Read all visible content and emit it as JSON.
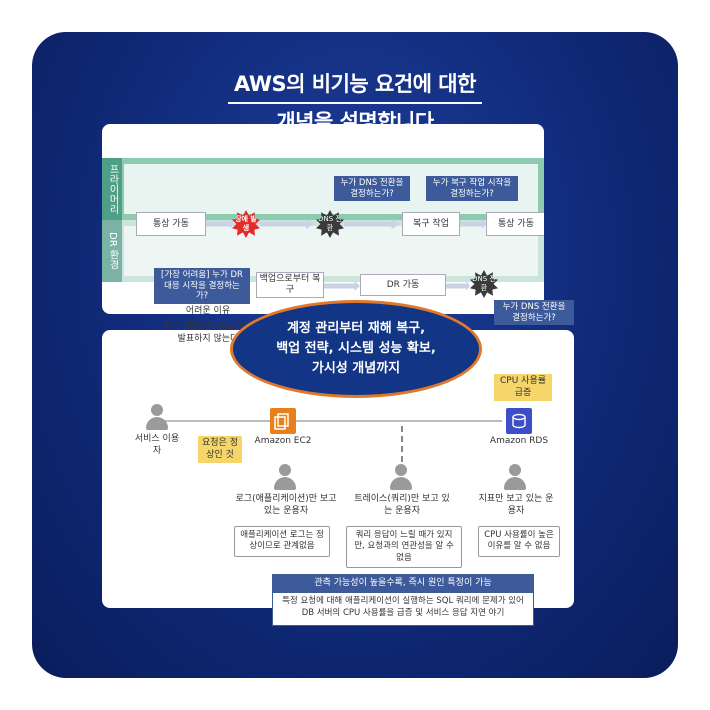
{
  "title": {
    "line1": "AWS의 비기능 요건에 대한",
    "line2": "개념을 설명합니다"
  },
  "flow": {
    "lane_primary": "프라이머리 환경",
    "lane_dr": "DR 환경",
    "normal1": "통상 가동",
    "failure": "장애 발생",
    "dns": "DNS 전환",
    "recovery_work": "복구 작업",
    "normal2": "통상 가동",
    "q_dns1": "누가 DNS 전환을 결정하는가?",
    "q_recovery": "누가 복구 작업 시작을 결정하는가?",
    "q_dr": "[가장 어려움] 누가 DR 대응 시작을 결정하는가?",
    "backup_restore": "백업으로부터 복구",
    "dr_run": "DR 가동",
    "dns2": "DNS 전환",
    "q_dns2": "누가 DNS 전환을 결정하는가?",
    "difficult_reason": "어려운 이유",
    "reason_text": "복구 '예정'은 AWS에서 발표하지 않는다"
  },
  "center_oval": {
    "line1": "계정 관리부터 재해 복구,",
    "line2": "백업 전략, 시스템 성능 확보,",
    "line3": "가시성 개념까지"
  },
  "observability": {
    "service_user": "서비스 이용자",
    "request_normal": "요청은 정상인 것",
    "ec2": "Amazon EC2",
    "rds": "Amazon RDS",
    "cpu_spike": "CPU 사용률 급증",
    "op_log": "로그(애플리케이션)만 보고 있는 운용자",
    "op_trace": "트레이스(쿼리)만 보고 있는 운용자",
    "op_metric": "지표만 보고 있는 운용자",
    "b_log": "애플리케이션 로그는 정상이므로 관계없음",
    "b_trace": "쿼리 응답이 느릴 때가 있지만, 요청과의 연관성을 알 수 없음",
    "b_metric": "CPU 사용률이 높은 이유를 알 수 없음",
    "summary_head": "관측 가능성이 높을수록, 즉시 원인 특정이 가능",
    "summary_body1": "특정 요청에 대해 애플리케이션이 실행하는 SQL 쿼리에 문제가 있어",
    "summary_body2": "DB 서버의 CPU 사용률을 급증 및 서비스 응답 지연 야기"
  },
  "colors": {
    "frame": "#102a78",
    "accent": "#e0782a",
    "question": "#3d5a9a",
    "failure": "#e52a2a"
  }
}
